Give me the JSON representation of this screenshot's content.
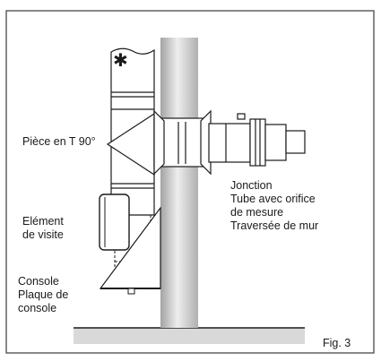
{
  "labels": {
    "tee_piece": "Pièce en T 90°",
    "inspection_element": [
      "Elément",
      "de visite"
    ],
    "console": [
      "Console",
      "Plaque de",
      "console"
    ],
    "right_stack": [
      "Jonction",
      "Tube avec orifice",
      "de mesure",
      "Traversée de mur"
    ],
    "figure_caption": "Fig. 3"
  },
  "symbols": {
    "asterisk": "✱"
  },
  "colors": {
    "wall_light": "#e2e2e2",
    "wall_dark": "#9f9f9f",
    "floor": "#d9d9d9",
    "line": "#1a1a1a",
    "frame": "#3a3a3a"
  }
}
